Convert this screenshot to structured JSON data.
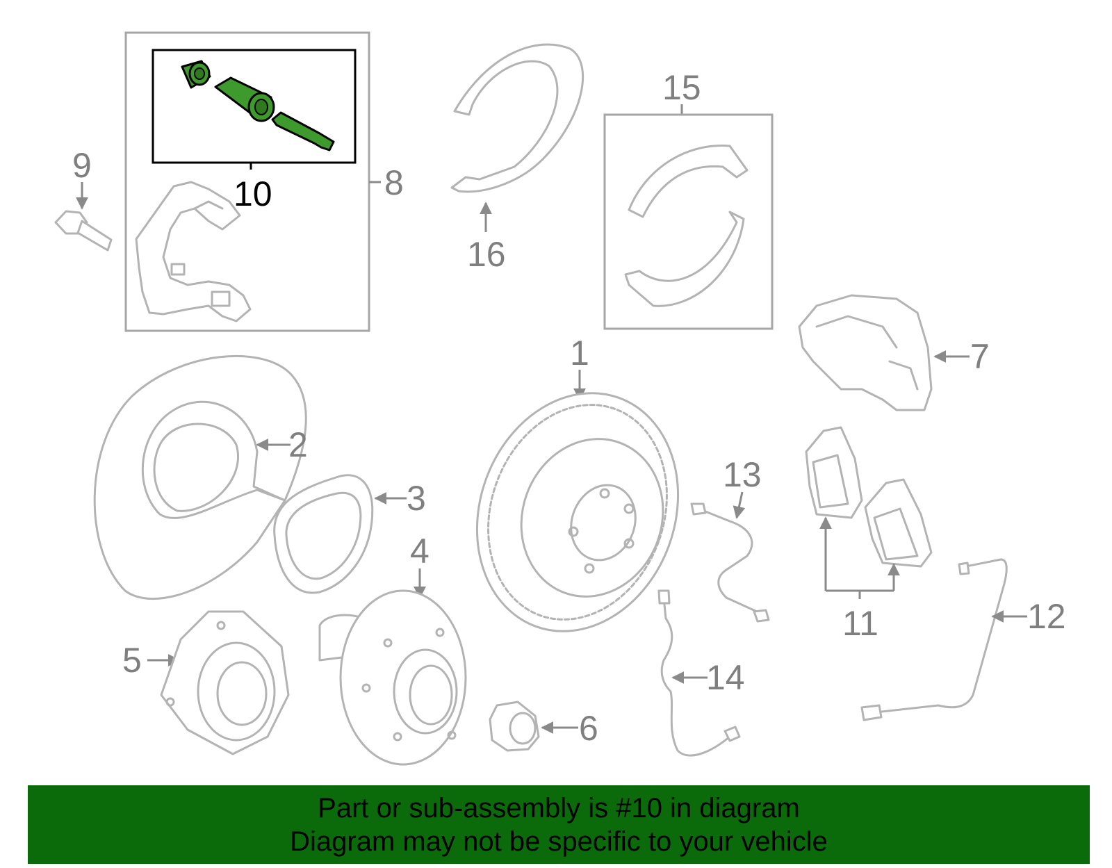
{
  "callouts": {
    "c1": "1",
    "c2": "2",
    "c3": "3",
    "c4": "4",
    "c5": "5",
    "c6": "6",
    "c7": "7",
    "c8": "8",
    "c9": "9",
    "c10": "10",
    "c11": "11",
    "c12": "12",
    "c13": "13",
    "c14": "14",
    "c15": "15",
    "c16": "16"
  },
  "highlight": {
    "part": "10",
    "color": "#3f9a2d"
  },
  "footer": {
    "line1": "Part or sub-assembly is #10 in diagram",
    "line2": "Diagram may not be specific to your vehicle",
    "background": "#0b6b0b"
  },
  "colors": {
    "part_outline": "#b3b3b3",
    "callout_text": "#7f7f7f"
  }
}
